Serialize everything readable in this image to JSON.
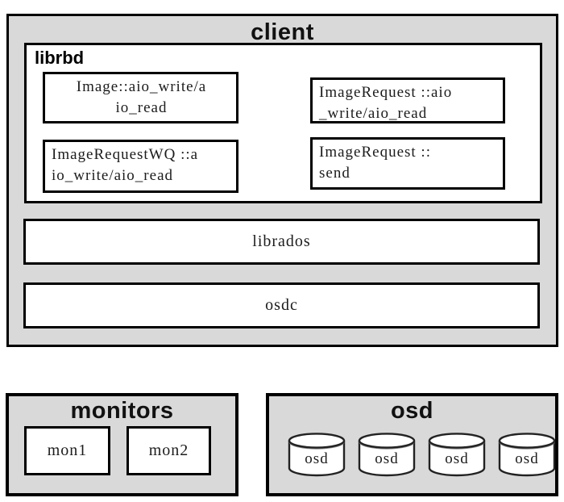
{
  "colors": {
    "panel_gray": "#d9d9d9",
    "border_black": "#000000",
    "box_white": "#ffffff",
    "cylinder_stroke": "#222222"
  },
  "client": {
    "title": "client",
    "librbd": {
      "label": "librbd",
      "boxes": [
        {
          "name": "image-aio",
          "lines": [
            "Image::aio_write/a",
            "io_read"
          ]
        },
        {
          "name": "imagerequest-aio",
          "lines": [
            "ImageRequest ::aio",
            "_write/aio_read"
          ]
        },
        {
          "name": "imagerequestwq-aio",
          "lines": [
            "ImageRequestWQ ::a",
            "io_write/aio_read"
          ]
        },
        {
          "name": "imagerequest-send",
          "lines": [
            "ImageRequest ::",
            "send"
          ]
        }
      ]
    },
    "librados_label": "librados",
    "osdc_label": "osdc"
  },
  "monitors": {
    "title": "monitors",
    "nodes": [
      "mon1",
      "mon2"
    ]
  },
  "osd": {
    "title": "osd",
    "nodes": [
      "osd",
      "osd",
      "osd",
      "osd"
    ]
  }
}
